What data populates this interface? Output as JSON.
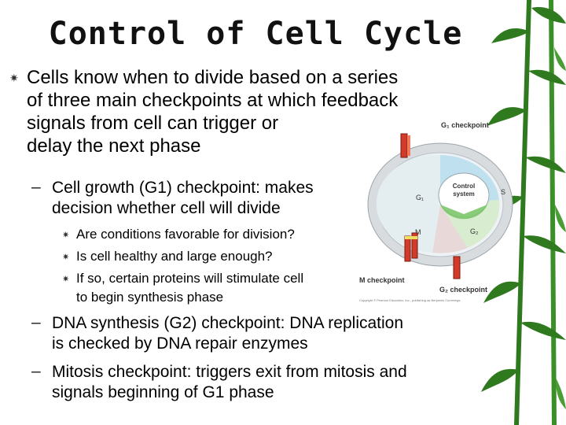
{
  "slide": {
    "title": "Control of Cell Cycle",
    "bullet_main": {
      "icon": "asterisk-bullet-icon",
      "lines": [
        "Cells know when to divide based on a series",
        "of three main checkpoints at which feedback",
        "signals from cell can trigger or",
        "delay the next phase"
      ]
    },
    "sub1": {
      "lines": [
        "Cell growth (G1) checkpoint:  makes",
        "decision whether cell will divide"
      ]
    },
    "sub1_items": [
      {
        "text": "Are conditions favorable for division?"
      },
      {
        "text": "Is cell healthy and large enough?"
      },
      {
        "text": "If so, certain proteins will stimulate cell"
      },
      {
        "text": "to begin synthesis phase"
      }
    ],
    "sub2": {
      "lines": [
        "DNA synthesis (G2) checkpoint:  DNA replication",
        "is checked by DNA repair enzymes"
      ]
    },
    "sub3": {
      "lines": [
        "Mitosis checkpoint:  triggers exit from mitosis and",
        "signals beginning of G1 phase"
      ]
    },
    "dash": "–",
    "bullet_symbol": "✷",
    "diagram": {
      "g1_checkpoint": "G₁ checkpoint",
      "control_system": [
        "Control",
        "system"
      ],
      "g1": "G₁",
      "s": "S",
      "m": "M",
      "g2": "G₂",
      "m_checkpoint": "M checkpoint",
      "g2_checkpoint": "G₂ checkpoint",
      "copyright": "Copyright © Pearson Education, Inc., publishing as Benjamin Cummings."
    },
    "colors": {
      "accent_red": "#d23a2a",
      "ring_green": "#7cc66a",
      "ring_blue": "#bfe0ee",
      "bamboo": "#2f7a1f"
    }
  }
}
